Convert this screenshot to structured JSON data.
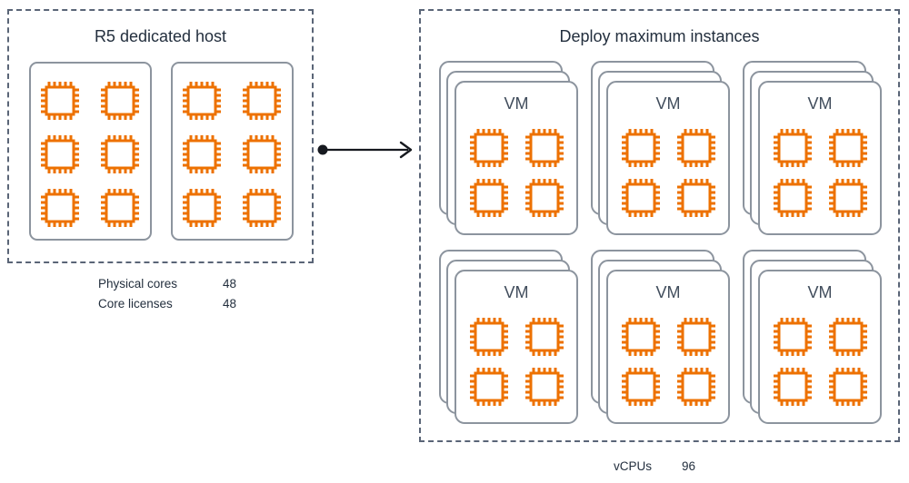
{
  "colors": {
    "chip": "#ED7100",
    "dash_border": "#5A6577",
    "card_border": "#8C949E",
    "title_text": "#232F3E",
    "vm_text": "#414D5C",
    "arrow": "#16191F"
  },
  "host": {
    "title": "R5 dedicated host",
    "socket_count": 2,
    "cores_per_socket": 6,
    "stats": [
      {
        "label": "Physical cores",
        "value": "48"
      },
      {
        "label": "Core licenses",
        "value": "48"
      }
    ]
  },
  "deploy": {
    "title": "Deploy maximum instances",
    "vm_count": 6,
    "vm_label": "VM",
    "vcpus_per_vm": 4,
    "stack_layers": 3,
    "stats": [
      {
        "label": "vCPUs",
        "value": "96"
      }
    ]
  },
  "icons": {
    "cpu": "cpu-chip-icon",
    "arrow": "flow-arrow-icon"
  }
}
